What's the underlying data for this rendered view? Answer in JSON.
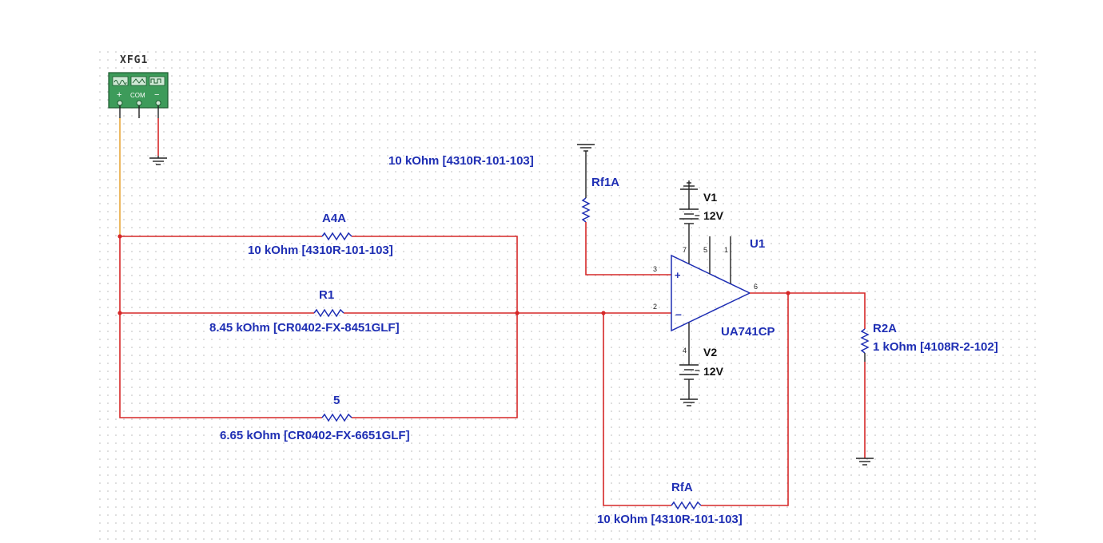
{
  "function_generator": {
    "name": "XFG1",
    "terminals": [
      "+",
      "COM",
      "−"
    ]
  },
  "components": {
    "a4a": {
      "name": "A4A",
      "value": "10 kOhm  [4310R-101-103]"
    },
    "r1": {
      "name": "R1",
      "value": "8.45 kOhm  [CR0402-FX-8451GLF]"
    },
    "r5": {
      "name": "5",
      "value": "6.65 kOhm  [CR0402-FX-6651GLF]"
    },
    "rf1a": {
      "name": "Rf1A",
      "value": "10 kOhm  [4310R-101-103]"
    },
    "rfa": {
      "name": "RfA",
      "value": "10 kOhm  [4310R-101-103]"
    },
    "r2a": {
      "name": "R2A",
      "value": "1 kOhm  [4108R-2-102]"
    },
    "v1": {
      "name": "V1",
      "value": "12V"
    },
    "v2": {
      "name": "V2",
      "value": "12V"
    },
    "u1": {
      "name": "U1",
      "part": "UA741CP"
    }
  },
  "opamp_pins": {
    "noninv": "3",
    "inv": "2",
    "out": "6",
    "top1": "7",
    "top2": "5",
    "top3": "1",
    "bottom": "4"
  },
  "colors": {
    "wire": "#d62828",
    "signal_wire": "#e8a73a",
    "label": "#1f2fb4",
    "component": "#222222",
    "generator_fill": "#3d9b5a"
  }
}
